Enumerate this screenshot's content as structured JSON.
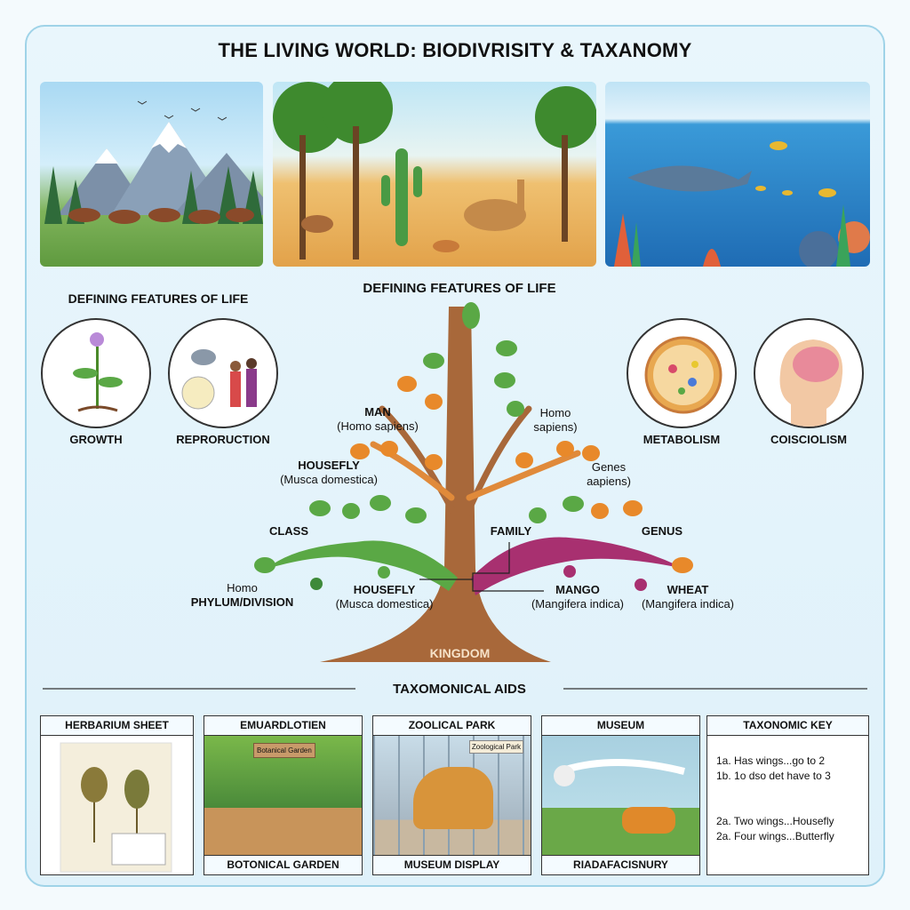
{
  "title": "THE LIVING WORLD: BIODIVRISITY & TAXANOMY",
  "features_heading_left": "DEFINING FEATURES OF LIFE",
  "features_heading_center": "DEFINING FEATURES OF LIFE",
  "features": [
    {
      "label": "GROWTH"
    },
    {
      "label": "REPRORUCTION"
    },
    {
      "label": "METABOLISM"
    },
    {
      "label": "COISCIOLISM"
    }
  ],
  "tree": {
    "man": {
      "name": "MAN",
      "sci": "(Homo sapiens)"
    },
    "homo_right": {
      "line1": "Homo",
      "line2": "sapiens)"
    },
    "housefly_upper": {
      "name": "HOUSEFLY",
      "sci": "(Musca domestica)"
    },
    "genus_right": {
      "line1": "Genes",
      "line2": "aapiens)"
    },
    "class": "CLASS",
    "family": "FAMILY",
    "genus": "GENUS",
    "phylum": {
      "line1": "Homo",
      "line2": "PHYLUM/DIVISION"
    },
    "housefly_lower": {
      "name": "HOUSEFLY",
      "sci": "(Musca domestica)"
    },
    "mango": {
      "name": "MANGO",
      "sci": "(Mangifera indica)"
    },
    "wheat": {
      "name": "WHEAT",
      "sci": "(Mangifera indica)"
    },
    "kingdom": "KINGDOM"
  },
  "aids_heading": "TAXOMONICAL AIDS",
  "aids": [
    {
      "header": "HERBARIUM SHEET",
      "footer": ""
    },
    {
      "header": "EMUARDLOTIEN",
      "footer": "BOTONICAL GARDEN",
      "sign": "Botanical Garden"
    },
    {
      "header": "ZOOLICAL PARK",
      "footer": "MUSEUM DISPLAY",
      "sign": "Zoological Park"
    },
    {
      "header": "MUSEUM",
      "footer": "RIADAFACISNURY"
    },
    {
      "header": "TAXONOMIC KEY",
      "lines": [
        "1a. Has wings...go to 2",
        "1b. 1o dso det have to 3",
        "2a. Two wings...Housefly",
        "2a. Four wings...Butterfly"
      ]
    }
  ],
  "colors": {
    "trunk": "#a8683a",
    "green": "#5aa845",
    "magenta": "#a83070",
    "orange": "#e88a2a"
  }
}
